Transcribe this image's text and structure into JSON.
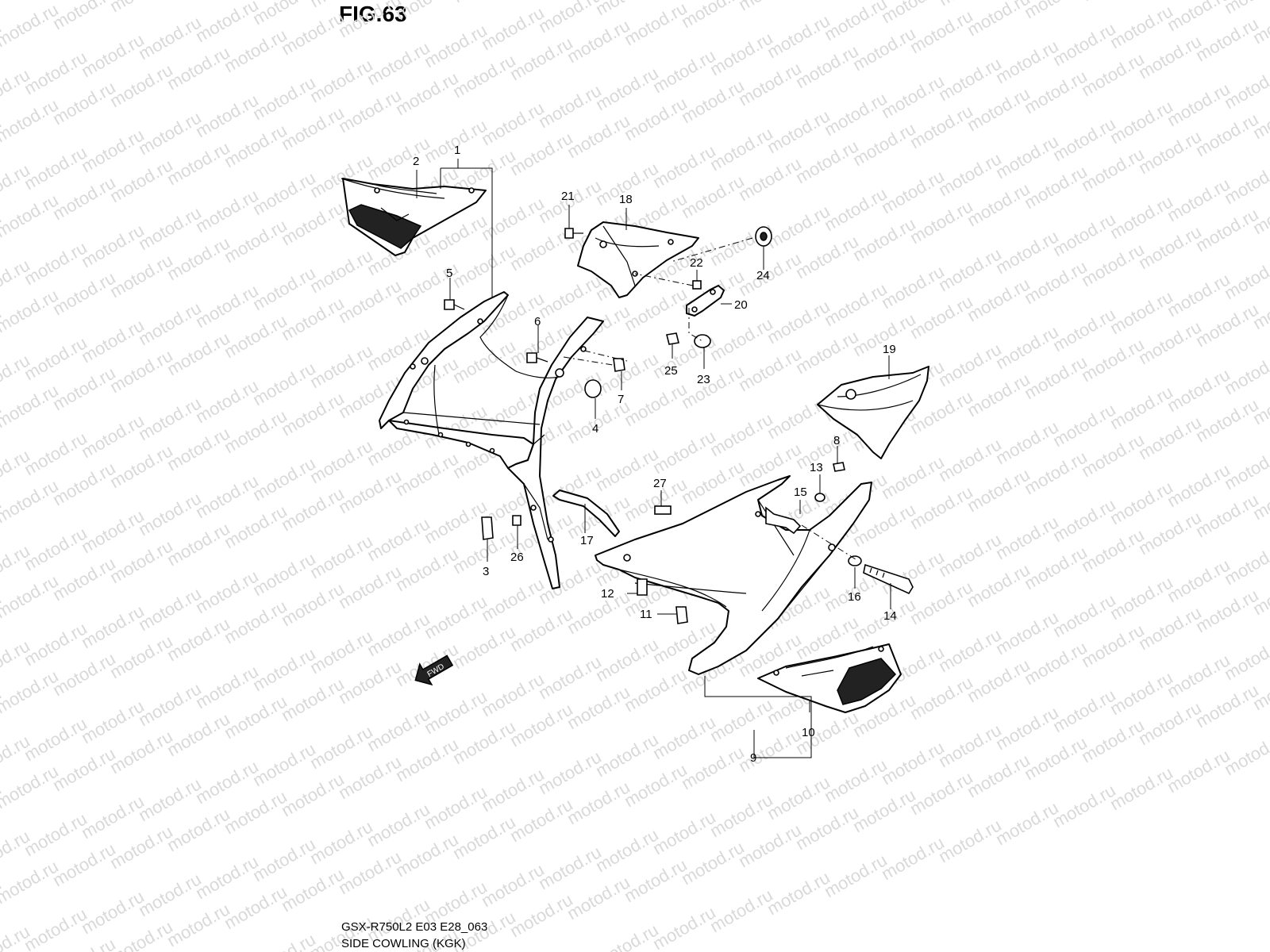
{
  "figure": {
    "title": "FIG.63",
    "model_code": "GSX-R750L2 E03 E28_063",
    "section": "SIDE COWLING (KGK)"
  },
  "watermark": {
    "text": "motod.ru"
  },
  "fwd_arrow": {
    "text": "FWD"
  },
  "callouts": [
    {
      "num": "1"
    },
    {
      "num": "2"
    },
    {
      "num": "3"
    },
    {
      "num": "4"
    },
    {
      "num": "5"
    },
    {
      "num": "6"
    },
    {
      "num": "7"
    },
    {
      "num": "8"
    },
    {
      "num": "9"
    },
    {
      "num": "10"
    },
    {
      "num": "11"
    },
    {
      "num": "12"
    },
    {
      "num": "13"
    },
    {
      "num": "14"
    },
    {
      "num": "15"
    },
    {
      "num": "16"
    },
    {
      "num": "17"
    },
    {
      "num": "18"
    },
    {
      "num": "19"
    },
    {
      "num": "20"
    },
    {
      "num": "21"
    },
    {
      "num": "22"
    },
    {
      "num": "23"
    },
    {
      "num": "24"
    },
    {
      "num": "25"
    },
    {
      "num": "26"
    },
    {
      "num": "27"
    }
  ],
  "colors": {
    "line": "#000000",
    "watermark": "#d9d9d9",
    "background": "#ffffff"
  }
}
